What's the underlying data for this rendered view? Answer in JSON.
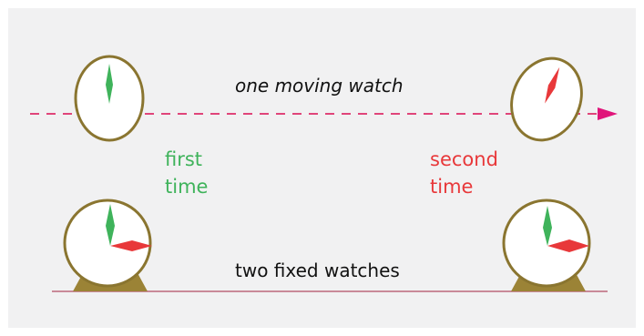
{
  "captions": {
    "moving": "one moving watch",
    "fixed": "two fixed watches"
  },
  "labels": {
    "first": [
      "first",
      "time"
    ],
    "second": [
      "second",
      "time"
    ]
  },
  "colors": {
    "background": "#f1f1f2",
    "watch_rim": "#8a7530",
    "watch_face": "#ffffff",
    "first_hand": "#3fb35b",
    "second_hand": "#e8383a",
    "path_line": "#e0457a",
    "ground_line": "#c98a99"
  },
  "icons": {
    "moving_watch": "pocket-watch-icon",
    "fixed_watch": "desk-clock-icon",
    "direction": "arrow-right-icon"
  }
}
